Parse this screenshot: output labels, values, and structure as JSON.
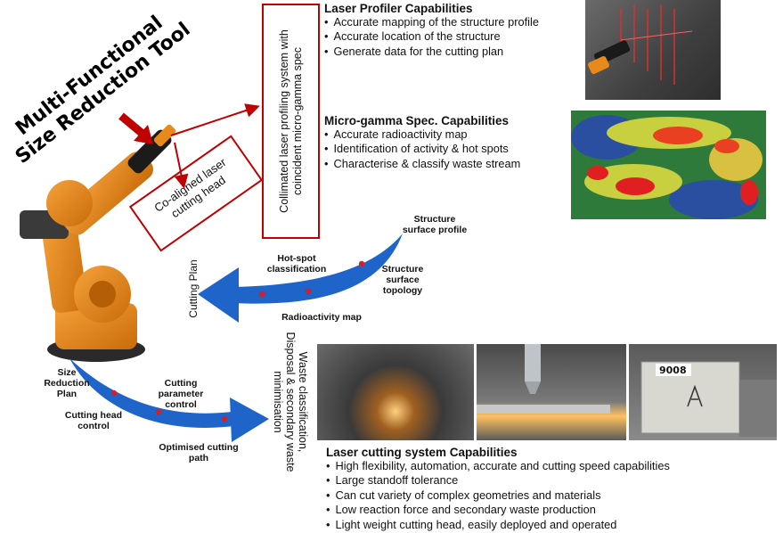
{
  "title_line1": "Multi-Functional",
  "title_line2": "Size Reduction Tool",
  "collimated_box": "Collimated laser profiling system with coincident micro-gamma spec",
  "coaligned_box": "Co-aligned laser cutting head",
  "laser_profiler": {
    "title": "Laser Profiler Capabilities",
    "items": [
      "Accurate mapping of the structure profile",
      "Accurate location of the structure",
      "Generate data for the cutting plan"
    ]
  },
  "microgamma": {
    "title": "Micro-gamma Spec. Capabilities",
    "items": [
      "Accurate radioactivity map",
      "Identification of activity & hot spots",
      "Characterise & classify waste stream"
    ]
  },
  "upper_flow": {
    "structure_surface_profile": "Structure surface profile",
    "structure_surface_topology": "Structure surface topology",
    "hotspot_classification": "Hot-spot classification",
    "radioactivity_map": "Radioactivity map",
    "cutting_plan": "Cutting Plan"
  },
  "lower_flow": {
    "size_reduction_plan": "Size Reduction Plan",
    "cutting_parameter_control": "Cutting parameter control",
    "cutting_head_control": "Cutting head control",
    "optimised_cutting_path": "Optimised cutting path",
    "waste_classification": "Waste classification, Disposal & secondary waste minimisation"
  },
  "photo_label": "9008",
  "laser_cutting": {
    "title": "Laser cutting system Capabilities",
    "items": [
      "High flexibility, automation, accurate and cutting speed capabilities",
      "Large standoff tolerance",
      "Can cut variety of complex geometries and materials",
      "Low reaction force and secondary waste production",
      "Light weight cutting head, easily deployed and operated"
    ]
  },
  "colors": {
    "accent_red": "#c00000",
    "arrow_blue": "#1565c0",
    "robot_orange": "#e8891a"
  }
}
